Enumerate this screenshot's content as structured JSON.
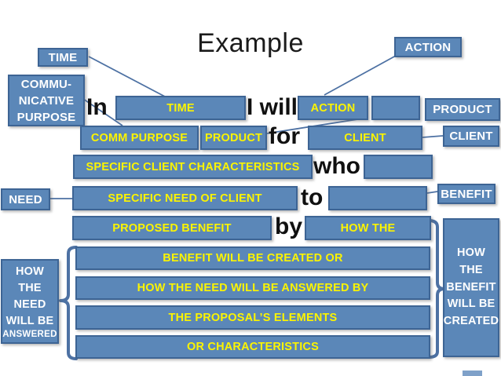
{
  "title": "Example",
  "colors": {
    "box_fill": "#5b87b8",
    "box_border": "#3d6494",
    "text_yellow": "#fcf400",
    "text_white": "#ffffff",
    "text_black": "#101010",
    "connector_blue": "#4d71a3"
  },
  "side_labels": {
    "time": "TIME",
    "action": "ACTION",
    "communicative_purpose": "COMMU-\nNICATIVE\nPURPOSE",
    "product": "PRODUCT",
    "client": "CLIENT",
    "need": "NEED",
    "benefit": "BENEFIT",
    "how_need_main": "HOW\nTHE\nNEED\nWILL BE",
    "how_need_sub": "ANSWERED",
    "how_benefit": "HOW\nTHE\nBENEFIT\nWILL BE\nCREATED"
  },
  "sentence_words": {
    "in": "In",
    "i_will": "I will",
    "for": "for",
    "who": "who",
    "to": "to",
    "by": "by"
  },
  "fill_boxes": {
    "time": "TIME",
    "action": "ACTION",
    "blank_product": "",
    "comm_purpose": "COMM PURPOSE",
    "product": "PRODUCT",
    "client": "CLIENT",
    "specific_client_characteristics": "SPECIFIC CLIENT CHARACTERISTICS",
    "blank_who": "",
    "specific_need_of_client": "SPECIFIC NEED OF CLIENT",
    "blank_to": "",
    "proposed_benefit": "PROPOSED BENEFIT",
    "how_the": "HOW THE",
    "benefit_will_be_created_or": "BENEFIT WILL BE CREATED OR",
    "how_the_need_will_be_answered_by": "HOW THE NEED WILL BE ANSWERED BY",
    "the_proposals_elements": "THE PROPOSAL’S ELEMENTS",
    "or_characteristics": "OR CHARACTERISTICS"
  }
}
